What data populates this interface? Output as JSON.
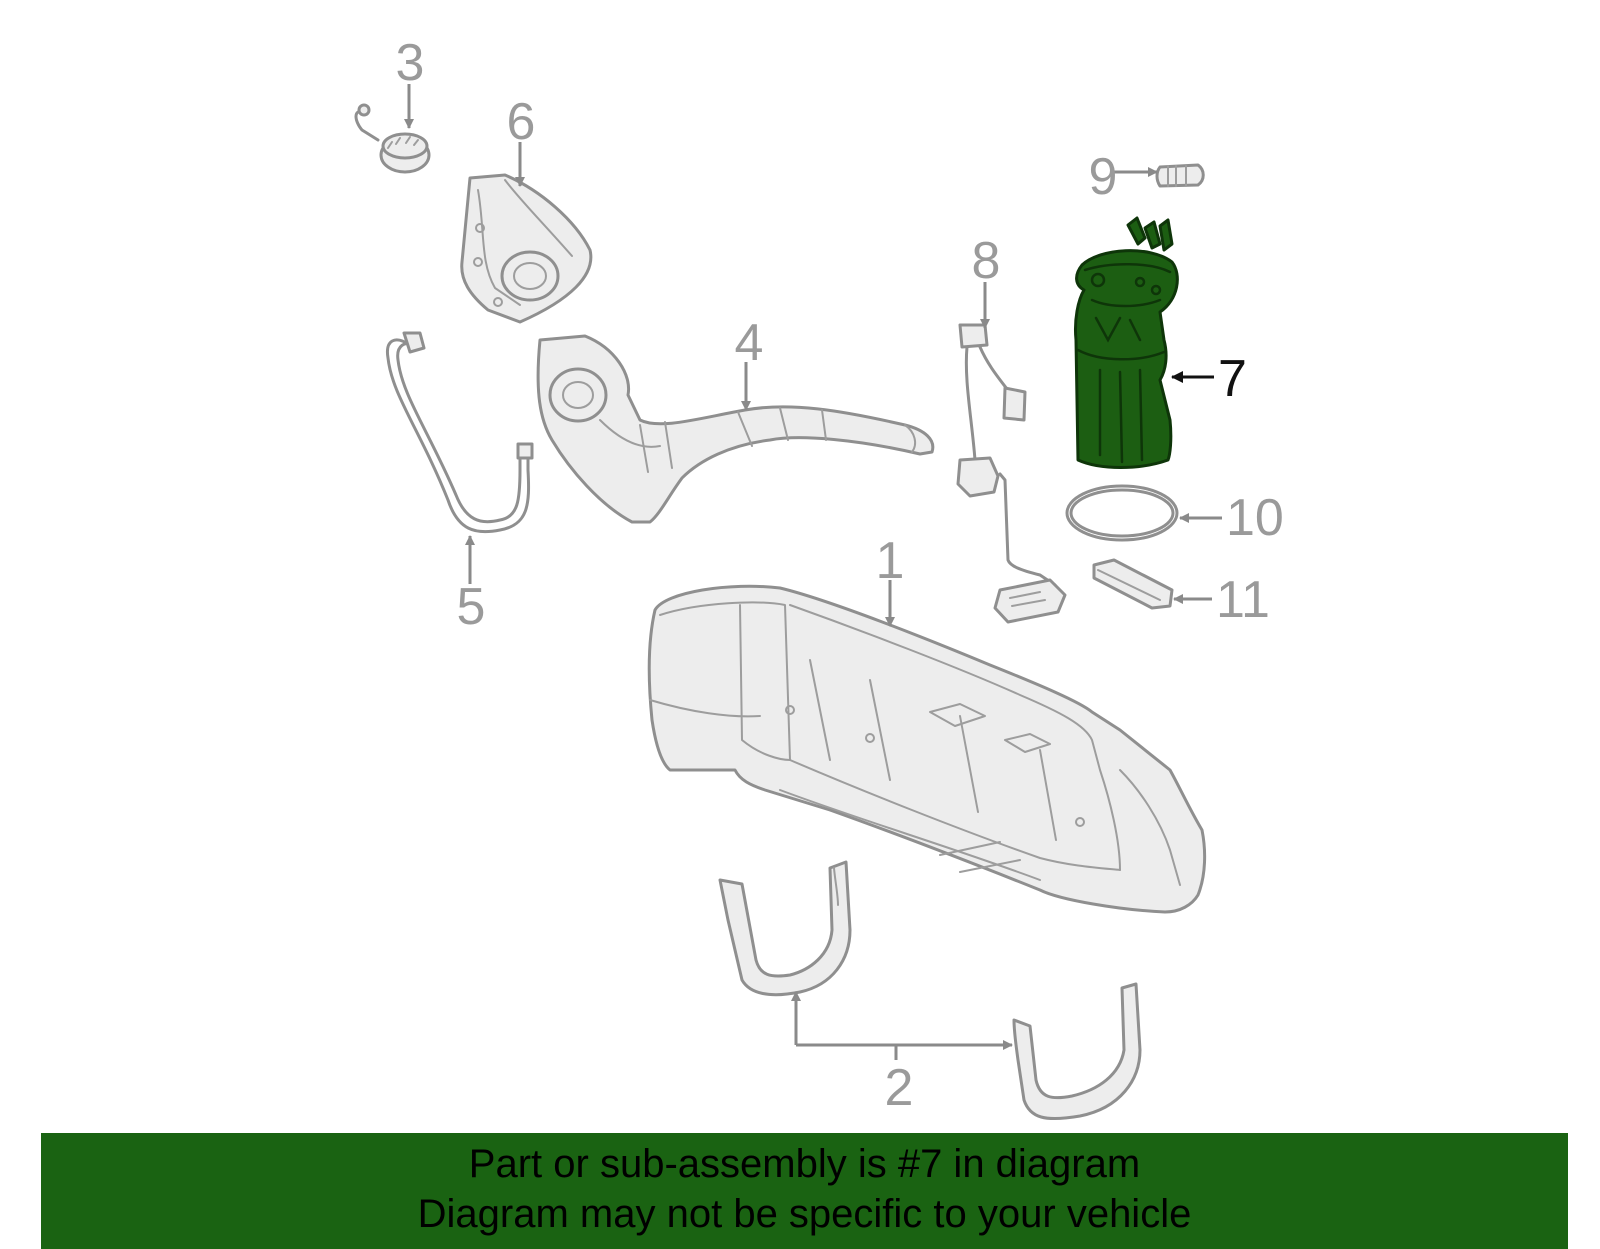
{
  "diagram": {
    "highlighted_part": "7",
    "highlight_color": "#1a6312",
    "callouts": {
      "c1": "1",
      "c2": "2",
      "c3": "3",
      "c4": "4",
      "c5": "5",
      "c6": "6",
      "c7": "7",
      "c8": "8",
      "c9": "9",
      "c10": "10",
      "c11": "11"
    }
  },
  "banner": {
    "line1": "Part or sub-assembly is #7 in diagram",
    "line2": "Diagram may not be specific to your vehicle"
  }
}
